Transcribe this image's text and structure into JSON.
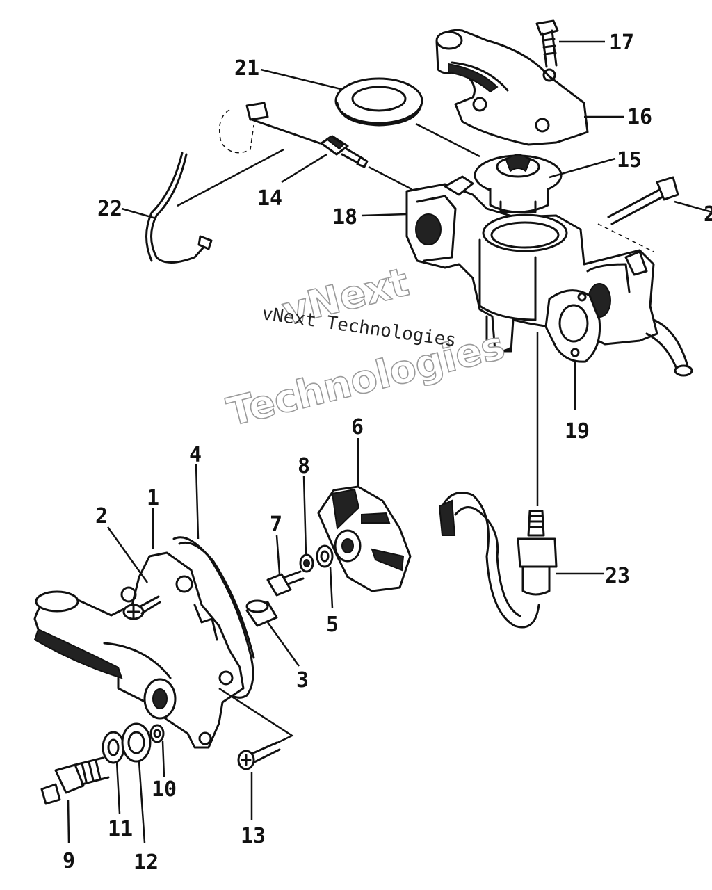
{
  "watermark": {
    "line1": "vNext",
    "line2": "Technologies",
    "small": "vNext Technologies"
  },
  "callouts": {
    "c1": "1",
    "c2": "2",
    "c3": "3",
    "c4": "4",
    "c5": "5",
    "c6": "6",
    "c7": "7",
    "c8": "8",
    "c9": "9",
    "c10": "10",
    "c11": "11",
    "c12": "12",
    "c13": "13",
    "c14": "14",
    "c15": "15",
    "c16": "16",
    "c17": "17",
    "c18": "18",
    "c19": "19",
    "c20": "2",
    "c21": "21",
    "c22": "22",
    "c23": "23"
  }
}
